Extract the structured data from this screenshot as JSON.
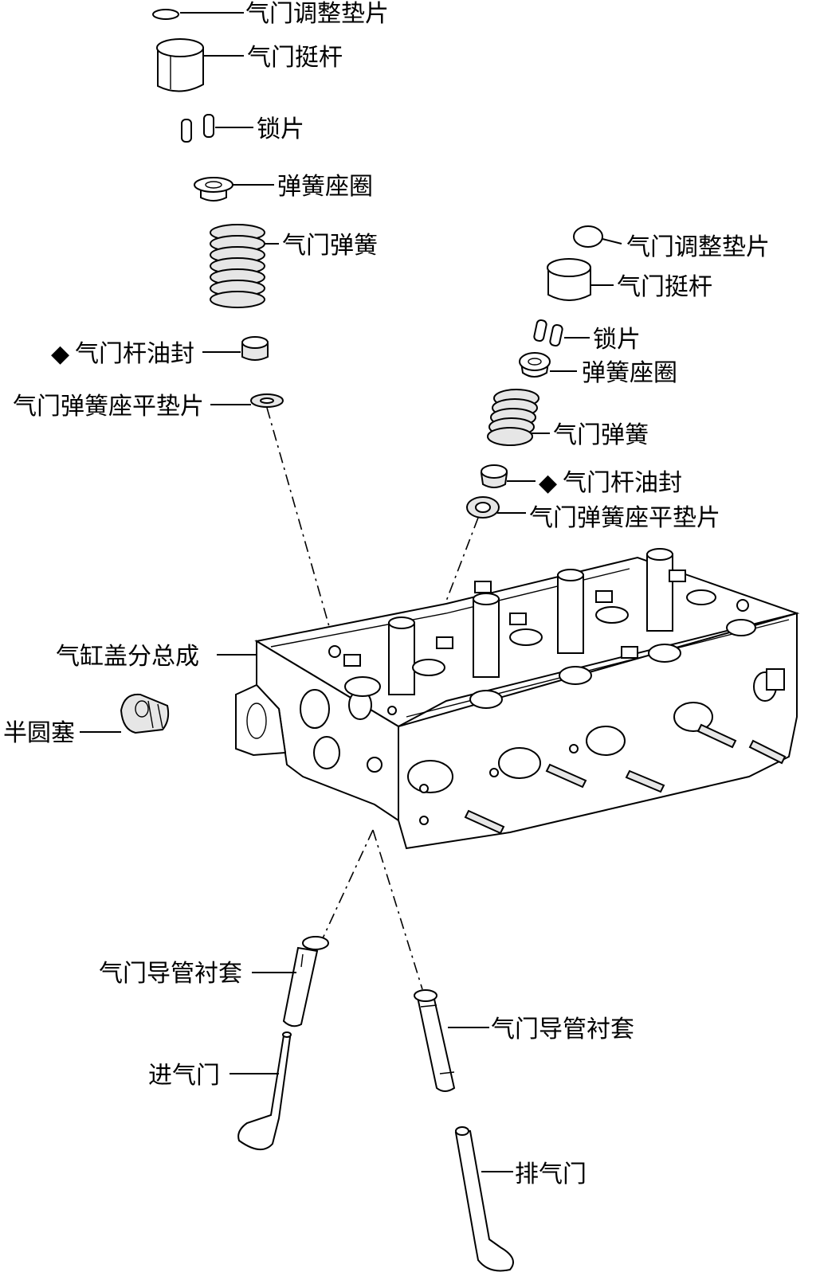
{
  "labels": {
    "left": {
      "shim": "气门调整垫片",
      "lifter": "气门挺杆",
      "keeper": "锁片",
      "retainer": "弹簧座圈",
      "spring": "气门弹簧",
      "stem_seal": "气门杆油封",
      "spring_seat_washer": "气门弹簧座平垫片",
      "guide_bushing": "气门导管衬套",
      "intake_valve": "进气门"
    },
    "right": {
      "shim": "气门调整垫片",
      "lifter": "气门挺杆",
      "keeper": "锁片",
      "retainer": "弹簧座圈",
      "spring": "气门弹簧",
      "stem_seal": "气门杆油封",
      "spring_seat_washer": "气门弹簧座平垫片",
      "guide_bushing": "气门导管衬套",
      "exhaust_valve": "排气门"
    },
    "cylinder_head": "气缸盖分总成",
    "half_round_plug": "半圆塞",
    "non_reusable_mark": "◆"
  }
}
